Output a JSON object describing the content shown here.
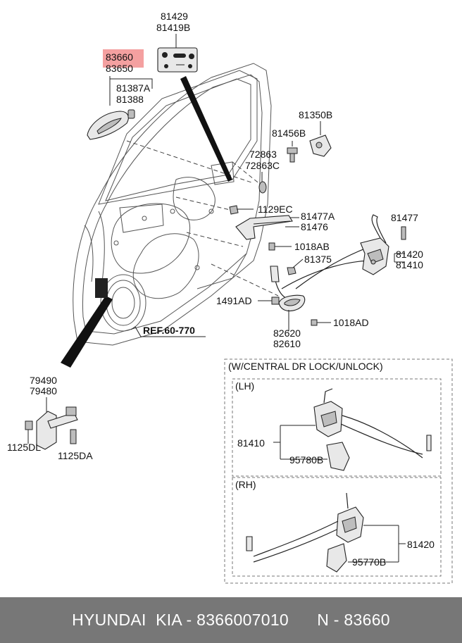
{
  "parts": {
    "switch_top": "81429",
    "switch_bottom": "81419B",
    "handle_highlight": "83660",
    "handle_pair": "83650",
    "handle_cover_a": "81387A",
    "handle_cover_b": "81388",
    "striker_a": "81350B",
    "striker_bolt": "81456B",
    "plug_a": "72863",
    "plug_b": "72863C",
    "bolt_1129": "1129EC",
    "rod_a": "81477A",
    "rod_b": "81476",
    "screw_1018ab": "1018AB",
    "clip": "81375",
    "bolt_81477": "81477",
    "latch_rh": "81420",
    "latch_lh": "81410",
    "nut_1491": "1491AD",
    "inner_handle_a": "82620",
    "inner_handle_b": "82610",
    "screw_1018ad": "1018AD",
    "checker_a": "79490",
    "checker_b": "79480",
    "bolt_1125dl": "1125DL",
    "bolt_1125da": "1125DA",
    "ref": "REF.60-770"
  },
  "central_box": {
    "title": "(W/CENTRAL DR LOCK/UNLOCK)",
    "lh": {
      "label": "(LH)",
      "latch": "81410",
      "actuator": "95780B"
    },
    "rh": {
      "label": "(RH)",
      "latch": "81420",
      "actuator": "95770B"
    }
  },
  "footer": {
    "brand": "HYUNDAI  KIA - 8366007010",
    "code": "N - 83660"
  },
  "colors": {
    "highlight": "#f4a0a0",
    "footer_bg": "#777777"
  }
}
